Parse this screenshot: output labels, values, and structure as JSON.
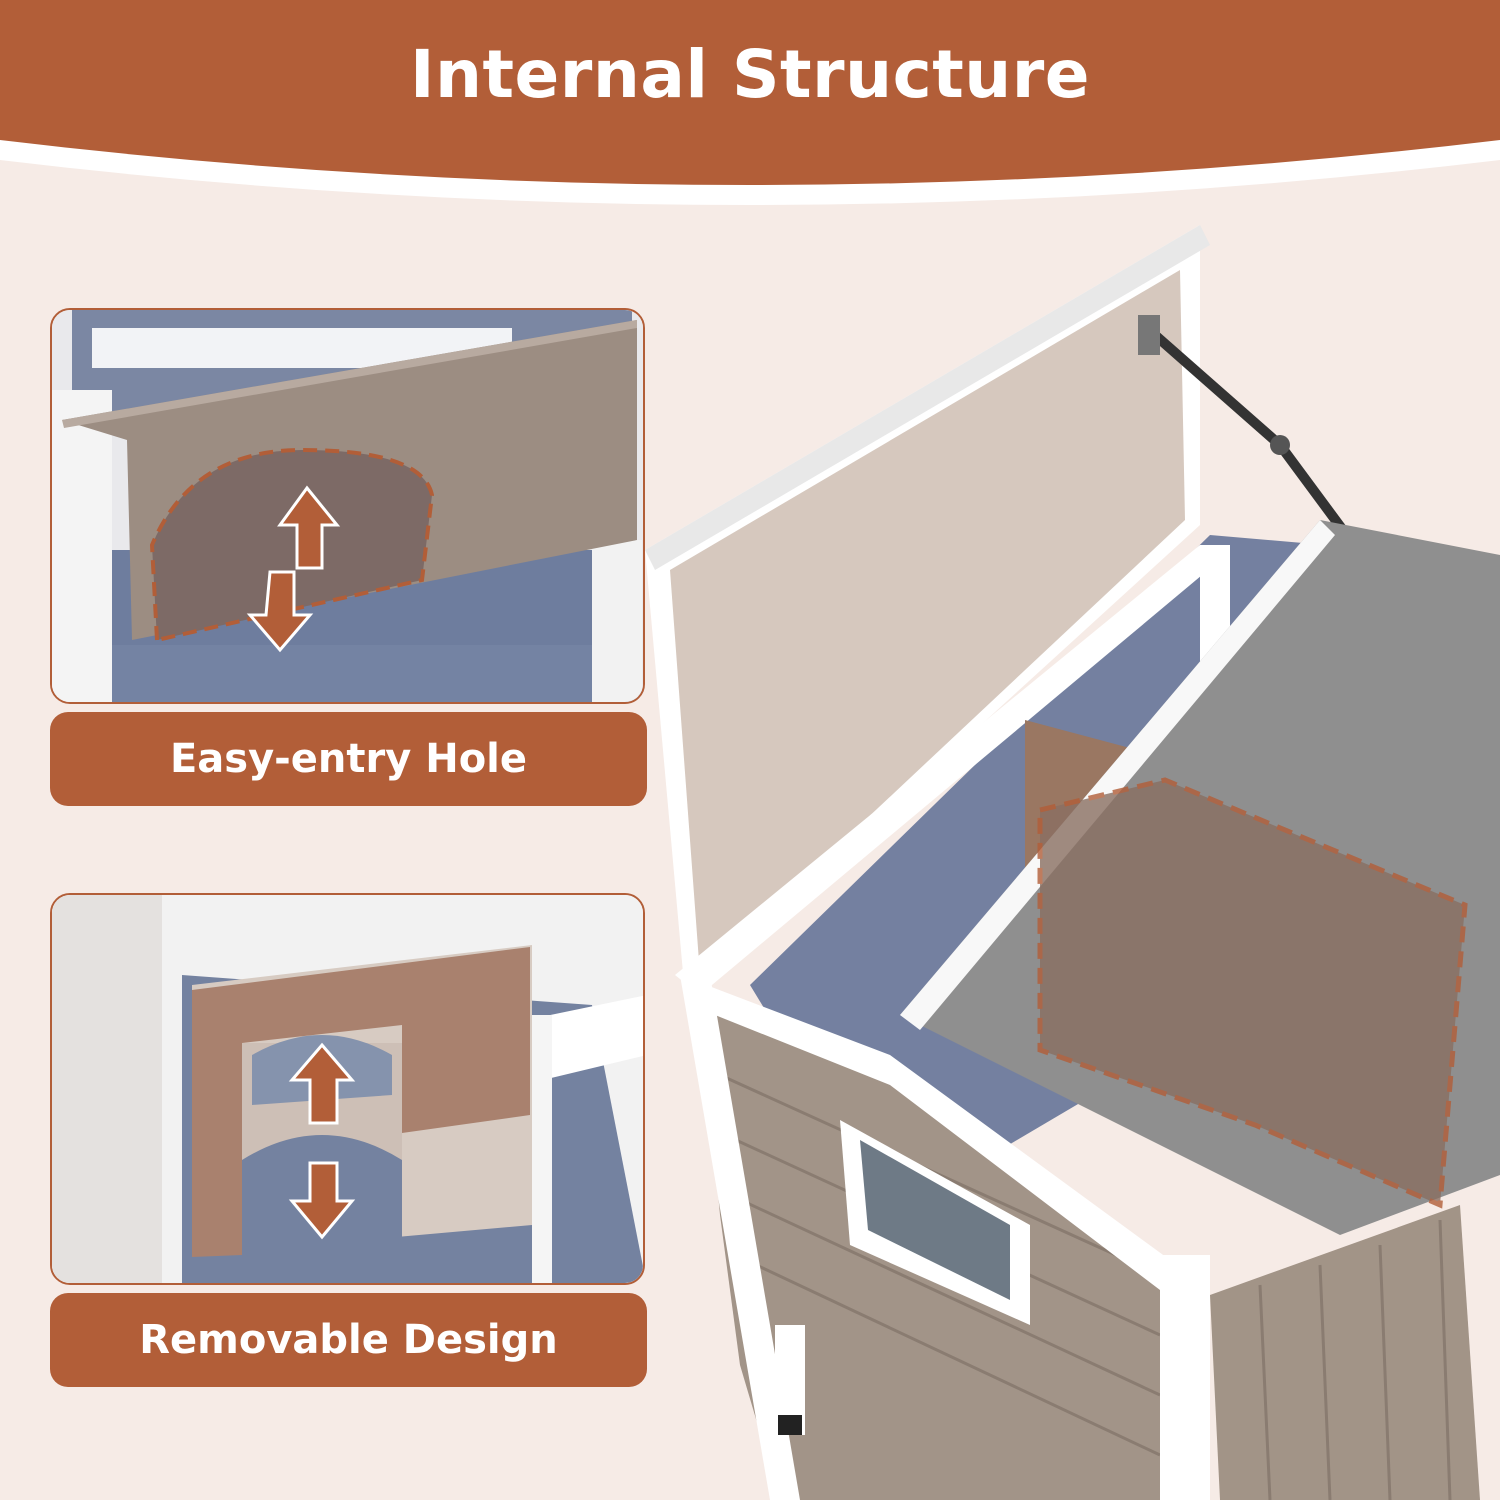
{
  "banner": {
    "title": "Internal Structure"
  },
  "features": [
    {
      "label": "Easy-entry Hole",
      "icon": "up-down-arrow-icon"
    },
    {
      "label": "Removable Design",
      "icon": "up-down-arrow-icon"
    }
  ],
  "colors": {
    "accent": "#b25e38",
    "background": "#f6ebe6",
    "panel_wood": "#9d8d80",
    "carpet_blue": "#6f7c99",
    "roof_gray": "#8d8d8d",
    "trim_white": "#ffffff"
  }
}
